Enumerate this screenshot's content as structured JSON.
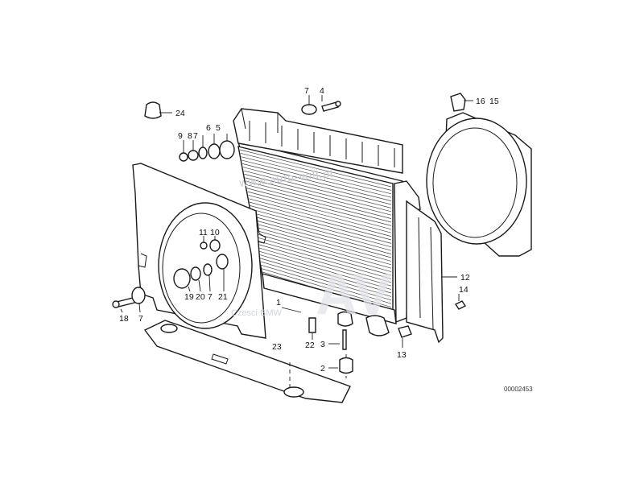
{
  "diagram": {
    "reference_number": "00002453",
    "watermark_url": "www.auto-voll.pl",
    "watermark_logo": "AV",
    "watermark_tagline": "Czesci BMW"
  },
  "callouts": [
    {
      "id": "c1",
      "label": "1"
    },
    {
      "id": "c2",
      "label": "2"
    },
    {
      "id": "c3",
      "label": "3"
    },
    {
      "id": "c4",
      "label": "4"
    },
    {
      "id": "c5",
      "label": "5"
    },
    {
      "id": "c6",
      "label": "6"
    },
    {
      "id": "c7a",
      "label": "7"
    },
    {
      "id": "c7b",
      "label": "7"
    },
    {
      "id": "c7c",
      "label": "7"
    },
    {
      "id": "c7d",
      "label": "7"
    },
    {
      "id": "c8",
      "label": "8"
    },
    {
      "id": "c9",
      "label": "9"
    },
    {
      "id": "c10",
      "label": "10"
    },
    {
      "id": "c11",
      "label": "11"
    },
    {
      "id": "c12",
      "label": "12"
    },
    {
      "id": "c13",
      "label": "13"
    },
    {
      "id": "c14",
      "label": "14"
    },
    {
      "id": "c15",
      "label": "15"
    },
    {
      "id": "c16",
      "label": "16"
    },
    {
      "id": "c18",
      "label": "18"
    },
    {
      "id": "c19",
      "label": "19"
    },
    {
      "id": "c20",
      "label": "20"
    },
    {
      "id": "c21",
      "label": "21"
    },
    {
      "id": "c22",
      "label": "22"
    },
    {
      "id": "c23",
      "label": "23"
    },
    {
      "id": "c24",
      "label": "24"
    }
  ]
}
